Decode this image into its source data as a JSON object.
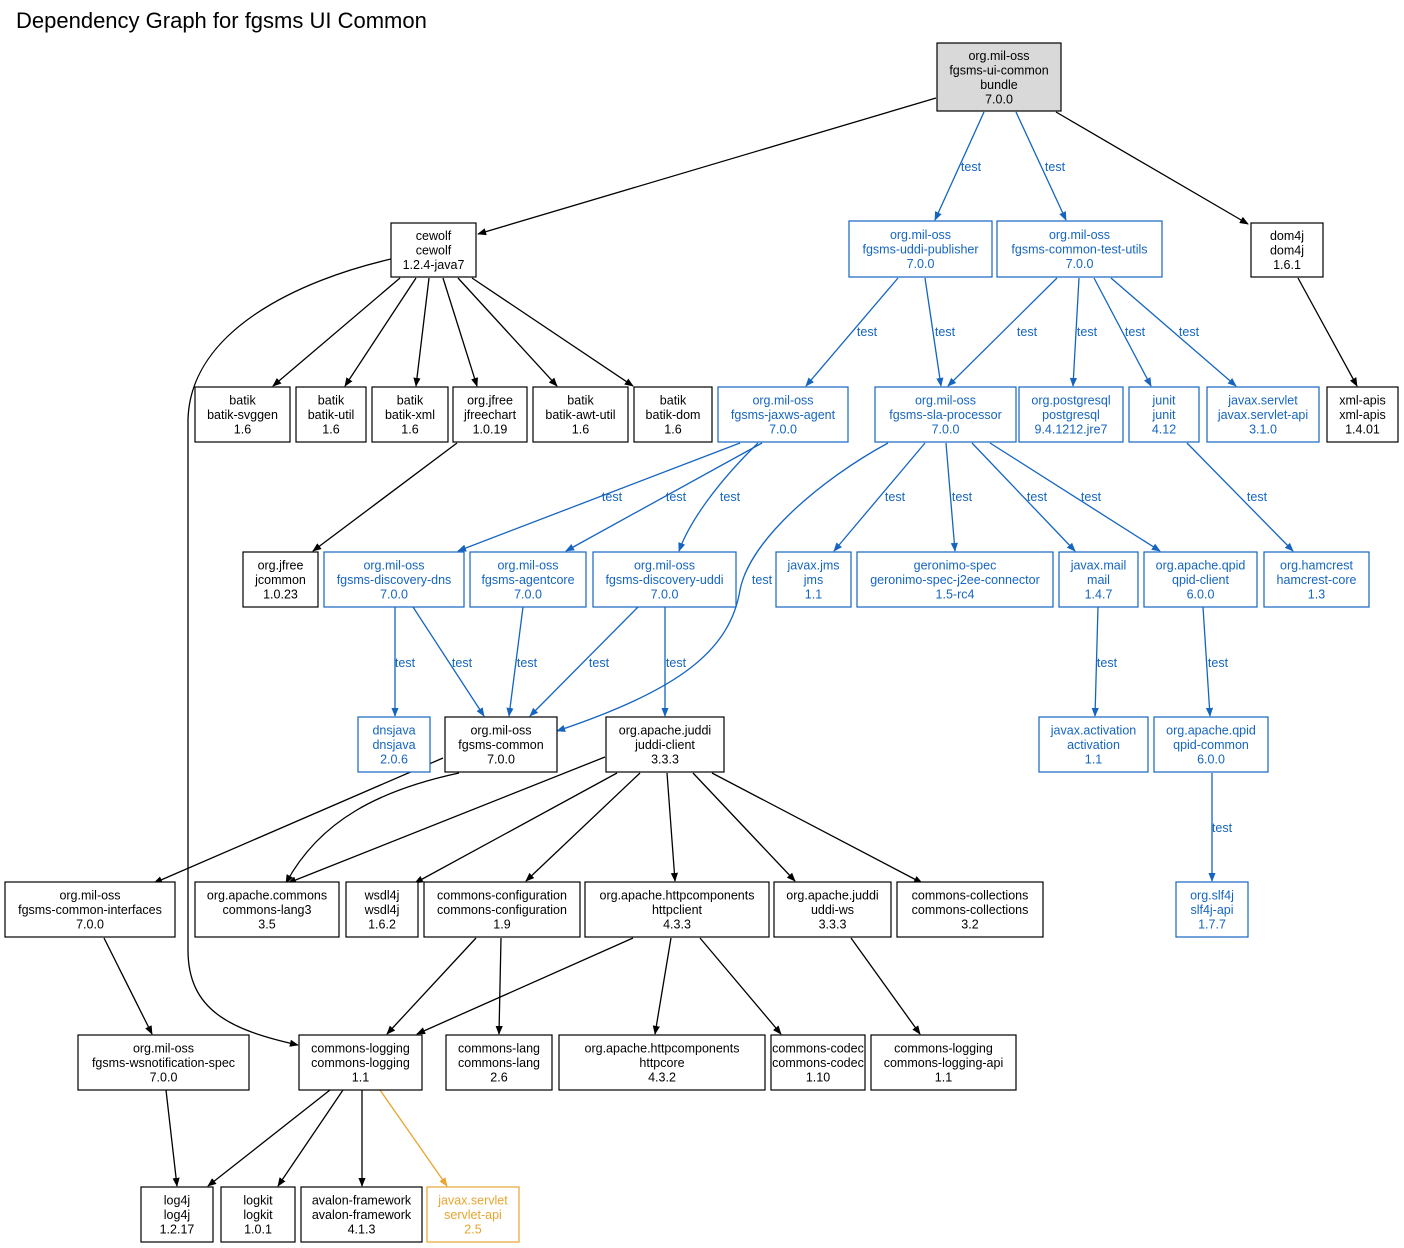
{
  "title": "Dependency Graph for fgsms UI Common",
  "colors": {
    "compile": "#000000",
    "test": "#1565c0",
    "provided": "#e8a530",
    "root_fill": "#d9d9d9"
  },
  "nodes": [
    {
      "id": "root",
      "lines": [
        "org.mil-oss",
        "fgsms-ui-common",
        "bundle",
        "7.0.0"
      ],
      "scope": "root"
    },
    {
      "id": "cewolf",
      "lines": [
        "cewolf",
        "cewolf",
        "1.2.4-java7"
      ],
      "scope": "compile"
    },
    {
      "id": "uddipub",
      "lines": [
        "org.mil-oss",
        "fgsms-uddi-publisher",
        "7.0.0"
      ],
      "scope": "test"
    },
    {
      "id": "testutils",
      "lines": [
        "org.mil-oss",
        "fgsms-common-test-utils",
        "7.0.0"
      ],
      "scope": "test"
    },
    {
      "id": "dom4j",
      "lines": [
        "dom4j",
        "dom4j",
        "1.6.1"
      ],
      "scope": "compile"
    },
    {
      "id": "svggen",
      "lines": [
        "batik",
        "batik-svggen",
        "1.6"
      ],
      "scope": "compile"
    },
    {
      "id": "butil",
      "lines": [
        "batik",
        "batik-util",
        "1.6"
      ],
      "scope": "compile"
    },
    {
      "id": "bxml",
      "lines": [
        "batik",
        "batik-xml",
        "1.6"
      ],
      "scope": "compile"
    },
    {
      "id": "jfreechart",
      "lines": [
        "org.jfree",
        "jfreechart",
        "1.0.19"
      ],
      "scope": "compile"
    },
    {
      "id": "awtutil",
      "lines": [
        "batik",
        "batik-awt-util",
        "1.6"
      ],
      "scope": "compile"
    },
    {
      "id": "bdom",
      "lines": [
        "batik",
        "batik-dom",
        "1.6"
      ],
      "scope": "compile"
    },
    {
      "id": "jaxws",
      "lines": [
        "org.mil-oss",
        "fgsms-jaxws-agent",
        "7.0.0"
      ],
      "scope": "test"
    },
    {
      "id": "sla",
      "lines": [
        "org.mil-oss",
        "fgsms-sla-processor",
        "7.0.0"
      ],
      "scope": "test"
    },
    {
      "id": "postgres",
      "lines": [
        "org.postgresql",
        "postgresql",
        "9.4.1212.jre7"
      ],
      "scope": "test"
    },
    {
      "id": "junit",
      "lines": [
        "junit",
        "junit",
        "4.12"
      ],
      "scope": "test"
    },
    {
      "id": "servletapi",
      "lines": [
        "javax.servlet",
        "javax.servlet-api",
        "3.1.0"
      ],
      "scope": "test"
    },
    {
      "id": "xmlapis",
      "lines": [
        "xml-apis",
        "xml-apis",
        "1.4.01"
      ],
      "scope": "compile"
    },
    {
      "id": "jcommon",
      "lines": [
        "org.jfree",
        "jcommon",
        "1.0.23"
      ],
      "scope": "compile"
    },
    {
      "id": "discdns",
      "lines": [
        "org.mil-oss",
        "fgsms-discovery-dns",
        "7.0.0"
      ],
      "scope": "test"
    },
    {
      "id": "agentcore",
      "lines": [
        "org.mil-oss",
        "fgsms-agentcore",
        "7.0.0"
      ],
      "scope": "test"
    },
    {
      "id": "discuddi",
      "lines": [
        "org.mil-oss",
        "fgsms-discovery-uddi",
        "7.0.0"
      ],
      "scope": "test"
    },
    {
      "id": "jms",
      "lines": [
        "javax.jms",
        "jms",
        "1.1"
      ],
      "scope": "test"
    },
    {
      "id": "geronimo",
      "lines": [
        "geronimo-spec",
        "geronimo-spec-j2ee-connector",
        "1.5-rc4"
      ],
      "scope": "test"
    },
    {
      "id": "mail",
      "lines": [
        "javax.mail",
        "mail",
        "1.4.7"
      ],
      "scope": "test"
    },
    {
      "id": "qpidclient",
      "lines": [
        "org.apache.qpid",
        "qpid-client",
        "6.0.0"
      ],
      "scope": "test"
    },
    {
      "id": "hamcrest",
      "lines": [
        "org.hamcrest",
        "hamcrest-core",
        "1.3"
      ],
      "scope": "test"
    },
    {
      "id": "dnsjava",
      "lines": [
        "dnsjava",
        "dnsjava",
        "2.0.6"
      ],
      "scope": "test"
    },
    {
      "id": "fcommon",
      "lines": [
        "org.mil-oss",
        "fgsms-common",
        "7.0.0"
      ],
      "scope": "compile"
    },
    {
      "id": "juddiclient",
      "lines": [
        "org.apache.juddi",
        "juddi-client",
        "3.3.3"
      ],
      "scope": "compile"
    },
    {
      "id": "activation",
      "lines": [
        "javax.activation",
        "activation",
        "1.1"
      ],
      "scope": "test"
    },
    {
      "id": "qpidcommon",
      "lines": [
        "org.apache.qpid",
        "qpid-common",
        "6.0.0"
      ],
      "scope": "test"
    },
    {
      "id": "ifaces",
      "lines": [
        "org.mil-oss",
        "fgsms-common-interfaces",
        "7.0.0"
      ],
      "scope": "compile"
    },
    {
      "id": "lang3",
      "lines": [
        "org.apache.commons",
        "commons-lang3",
        "3.5"
      ],
      "scope": "compile"
    },
    {
      "id": "wsdl4j",
      "lines": [
        "wsdl4j",
        "wsdl4j",
        "1.6.2"
      ],
      "scope": "compile"
    },
    {
      "id": "cconfig",
      "lines": [
        "commons-configuration",
        "commons-configuration",
        "1.9"
      ],
      "scope": "compile"
    },
    {
      "id": "httpclient",
      "lines": [
        "org.apache.httpcomponents",
        "httpclient",
        "4.3.3"
      ],
      "scope": "compile"
    },
    {
      "id": "uddiws",
      "lines": [
        "org.apache.juddi",
        "uddi-ws",
        "3.3.3"
      ],
      "scope": "compile"
    },
    {
      "id": "ccoll",
      "lines": [
        "commons-collections",
        "commons-collections",
        "3.2"
      ],
      "scope": "compile"
    },
    {
      "id": "slf4j",
      "lines": [
        "org.slf4j",
        "slf4j-api",
        "1.7.7"
      ],
      "scope": "test"
    },
    {
      "id": "wsnotif",
      "lines": [
        "org.mil-oss",
        "fgsms-wsnotification-spec",
        "7.0.0"
      ],
      "scope": "compile"
    },
    {
      "id": "clogging",
      "lines": [
        "commons-logging",
        "commons-logging",
        "1.1"
      ],
      "scope": "compile"
    },
    {
      "id": "clang",
      "lines": [
        "commons-lang",
        "commons-lang",
        "2.6"
      ],
      "scope": "compile"
    },
    {
      "id": "httpcore",
      "lines": [
        "org.apache.httpcomponents",
        "httpcore",
        "4.3.2"
      ],
      "scope": "compile"
    },
    {
      "id": "ccodec",
      "lines": [
        "commons-codec",
        "commons-codec",
        "1.10"
      ],
      "scope": "compile"
    },
    {
      "id": "cloggingapi",
      "lines": [
        "commons-logging",
        "commons-logging-api",
        "1.1"
      ],
      "scope": "compile"
    },
    {
      "id": "log4j",
      "lines": [
        "log4j",
        "log4j",
        "1.2.17"
      ],
      "scope": "compile"
    },
    {
      "id": "logkit",
      "lines": [
        "logkit",
        "logkit",
        "1.0.1"
      ],
      "scope": "compile"
    },
    {
      "id": "avalon",
      "lines": [
        "avalon-framework",
        "avalon-framework",
        "4.1.3"
      ],
      "scope": "compile"
    },
    {
      "id": "servlet25",
      "lines": [
        "javax.servlet",
        "servlet-api",
        "2.5"
      ],
      "scope": "provided"
    }
  ],
  "edges": [
    {
      "from": "root",
      "to": "cewolf",
      "label": ""
    },
    {
      "from": "root",
      "to": "uddipub",
      "label": "test"
    },
    {
      "from": "root",
      "to": "testutils",
      "label": "test"
    },
    {
      "from": "root",
      "to": "dom4j",
      "label": ""
    },
    {
      "from": "cewolf",
      "to": "svggen",
      "label": ""
    },
    {
      "from": "cewolf",
      "to": "butil",
      "label": ""
    },
    {
      "from": "cewolf",
      "to": "bxml",
      "label": ""
    },
    {
      "from": "cewolf",
      "to": "jfreechart",
      "label": ""
    },
    {
      "from": "cewolf",
      "to": "awtutil",
      "label": ""
    },
    {
      "from": "cewolf",
      "to": "bdom",
      "label": ""
    },
    {
      "from": "cewolf",
      "to": "clogging",
      "label": ""
    },
    {
      "from": "uddipub",
      "to": "jaxws",
      "label": "test"
    },
    {
      "from": "uddipub",
      "to": "sla",
      "label": "test"
    },
    {
      "from": "testutils",
      "to": "sla",
      "label": "test"
    },
    {
      "from": "testutils",
      "to": "postgres",
      "label": "test"
    },
    {
      "from": "testutils",
      "to": "junit",
      "label": "test"
    },
    {
      "from": "testutils",
      "to": "servletapi",
      "label": "test"
    },
    {
      "from": "dom4j",
      "to": "xmlapis",
      "label": ""
    },
    {
      "from": "jfreechart",
      "to": "jcommon",
      "label": ""
    },
    {
      "from": "jaxws",
      "to": "discdns",
      "label": "test"
    },
    {
      "from": "jaxws",
      "to": "agentcore",
      "label": "test"
    },
    {
      "from": "jaxws",
      "to": "discuddi",
      "label": "test"
    },
    {
      "from": "sla",
      "to": "fcommon",
      "label": "test"
    },
    {
      "from": "sla",
      "to": "jms",
      "label": "test"
    },
    {
      "from": "sla",
      "to": "geronimo",
      "label": "test"
    },
    {
      "from": "sla",
      "to": "mail",
      "label": "test"
    },
    {
      "from": "sla",
      "to": "qpidclient",
      "label": "test"
    },
    {
      "from": "junit",
      "to": "hamcrest",
      "label": "test"
    },
    {
      "from": "discdns",
      "to": "dnsjava",
      "label": "test"
    },
    {
      "from": "discdns",
      "to": "fcommon",
      "label": "test"
    },
    {
      "from": "agentcore",
      "to": "fcommon",
      "label": "test"
    },
    {
      "from": "discuddi",
      "to": "fcommon",
      "label": "test"
    },
    {
      "from": "discuddi",
      "to": "juddiclient",
      "label": "test"
    },
    {
      "from": "mail",
      "to": "activation",
      "label": "test"
    },
    {
      "from": "qpidclient",
      "to": "qpidcommon",
      "label": "test"
    },
    {
      "from": "qpidcommon",
      "to": "slf4j",
      "label": "test"
    },
    {
      "from": "fcommon",
      "to": "ifaces",
      "label": ""
    },
    {
      "from": "fcommon",
      "to": "lang3",
      "label": ""
    },
    {
      "from": "juddiclient",
      "to": "lang3",
      "label": ""
    },
    {
      "from": "juddiclient",
      "to": "wsdl4j",
      "label": ""
    },
    {
      "from": "juddiclient",
      "to": "cconfig",
      "label": ""
    },
    {
      "from": "juddiclient",
      "to": "httpclient",
      "label": ""
    },
    {
      "from": "juddiclient",
      "to": "uddiws",
      "label": ""
    },
    {
      "from": "juddiclient",
      "to": "ccoll",
      "label": ""
    },
    {
      "from": "ifaces",
      "to": "wsnotif",
      "label": ""
    },
    {
      "from": "cconfig",
      "to": "clogging",
      "label": ""
    },
    {
      "from": "cconfig",
      "to": "clang",
      "label": ""
    },
    {
      "from": "httpclient",
      "to": "clogging",
      "label": ""
    },
    {
      "from": "httpclient",
      "to": "httpcore",
      "label": ""
    },
    {
      "from": "httpclient",
      "to": "ccodec",
      "label": ""
    },
    {
      "from": "uddiws",
      "to": "cloggingapi",
      "label": ""
    },
    {
      "from": "wsnotif",
      "to": "log4j",
      "label": ""
    },
    {
      "from": "clogging",
      "to": "log4j",
      "label": ""
    },
    {
      "from": "clogging",
      "to": "logkit",
      "label": ""
    },
    {
      "from": "clogging",
      "to": "avalon",
      "label": ""
    },
    {
      "from": "clogging",
      "to": "servlet25",
      "label": ""
    }
  ]
}
